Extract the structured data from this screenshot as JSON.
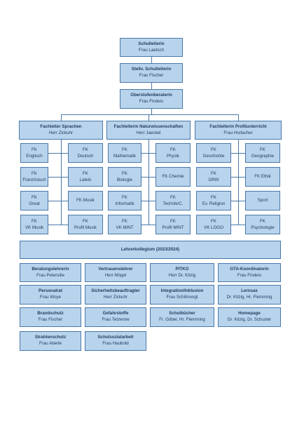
{
  "hierarchy": [
    {
      "title": "Schulleiterin",
      "name": "Frau Laetsch"
    },
    {
      "title": "Stellv. Schulleiterin",
      "name": "Frau Fischer"
    },
    {
      "title": "Oberstufenberaterin",
      "name": "Frau Findeis"
    }
  ],
  "departments": [
    {
      "title": "Fachleiter Sprachen",
      "name": "Herr Zickuhr",
      "subjects": [
        {
          "top": "FK",
          "bottom": "Englisch"
        },
        {
          "top": "FK",
          "bottom": "Deutsch"
        },
        {
          "top": "FK",
          "bottom": "Französisch"
        },
        {
          "top": "FK",
          "bottom": "Latein"
        },
        {
          "top": "FK",
          "bottom": "Great"
        },
        {
          "top": "FK Musik",
          "bottom": ""
        },
        {
          "top": "FK",
          "bottom": "VK Musik"
        },
        {
          "top": "FK",
          "bottom": "Profil Musik"
        }
      ]
    },
    {
      "title": "Fachleiterin Naturwissenschaften",
      "name": "Herr Jaeckel",
      "subjects": [
        {
          "top": "FK",
          "bottom": "Mathematik"
        },
        {
          "top": "FK",
          "bottom": "Physik"
        },
        {
          "top": "FK",
          "bottom": "Biologie"
        },
        {
          "top": "FK Chemie",
          "bottom": ""
        },
        {
          "top": "FK",
          "bottom": "Informatik"
        },
        {
          "top": "FK",
          "bottom": "Technik/C."
        },
        {
          "top": "FK",
          "bottom": "VK MINT"
        },
        {
          "top": "FK",
          "bottom": "Profil MINT"
        }
      ]
    },
    {
      "title": "Fachleiterin Profilunterricht",
      "name": "Frau Horlacher",
      "subjects": [
        {
          "top": "FK",
          "bottom": "Geschichte"
        },
        {
          "top": "FK",
          "bottom": "Geographie"
        },
        {
          "top": "FK",
          "bottom": "GRW"
        },
        {
          "top": "FK Ethik",
          "bottom": ""
        },
        {
          "top": "FK",
          "bottom": "Ev. Religion"
        },
        {
          "top": "Sport",
          "bottom": ""
        },
        {
          "top": "FK",
          "bottom": "VK LOGO"
        },
        {
          "top": "FK",
          "bottom": "Psychologie"
        }
      ]
    }
  ],
  "kollegium": {
    "title": "Lehrerkollegium (2023/2024)"
  },
  "roles": [
    {
      "title": "Beratungslehrerin",
      "name": "Frau Petersilie"
    },
    {
      "title": "Vertrauenslehrer",
      "name": "Herr Mögel"
    },
    {
      "title": "PITKO",
      "name": "Herr Dr. Kitzig"
    },
    {
      "title": "GTA-Koordinatorin",
      "name": "Frau Findeis"
    },
    {
      "title": "Personalrat",
      "name": "Frau Woye"
    },
    {
      "title": "Sicherheitsbeauftragter",
      "name": "Herr Zickuhr"
    },
    {
      "title": "Integration/Inklusion",
      "name": "Frau Schlönvogt"
    },
    {
      "title": "Lernsax",
      "name": "Dr. Kitzig, Hr. Flemming"
    },
    {
      "title": "Brandschutz",
      "name": "Frau Fischer"
    },
    {
      "title": "Gefahrstoffe",
      "name": "Frau Tetzerow"
    },
    {
      "title": "Schulbücher",
      "name": "Fr. Göbel, Hr. Flemming"
    },
    {
      "title": "Homepage",
      "name": "Dr. Kitzig, Dr. Schuster"
    },
    {
      "title": "Strahlenschutz",
      "name": "Frau Aberle"
    },
    {
      "title": "Schulsozialarbeit",
      "name": "Frau Haubold"
    }
  ]
}
